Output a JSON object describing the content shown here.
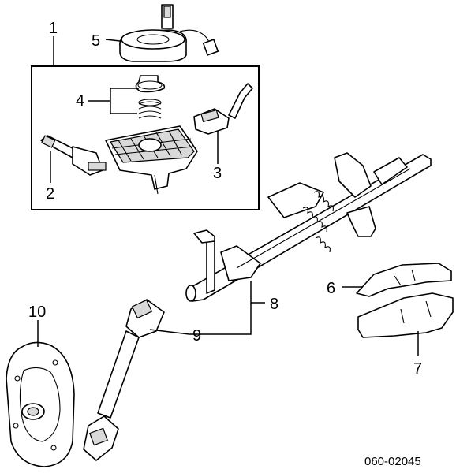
{
  "callouts": {
    "c1": "1",
    "c2": "2",
    "c3": "3",
    "c4": "4",
    "c5": "5",
    "c6": "6",
    "c7": "7",
    "c8": "8",
    "c9": "9",
    "c10": "10"
  },
  "catalog_number": "060-02045",
  "colors": {
    "line": "#000000",
    "fill": "#ffffff",
    "shade": "#d9d9d9"
  }
}
